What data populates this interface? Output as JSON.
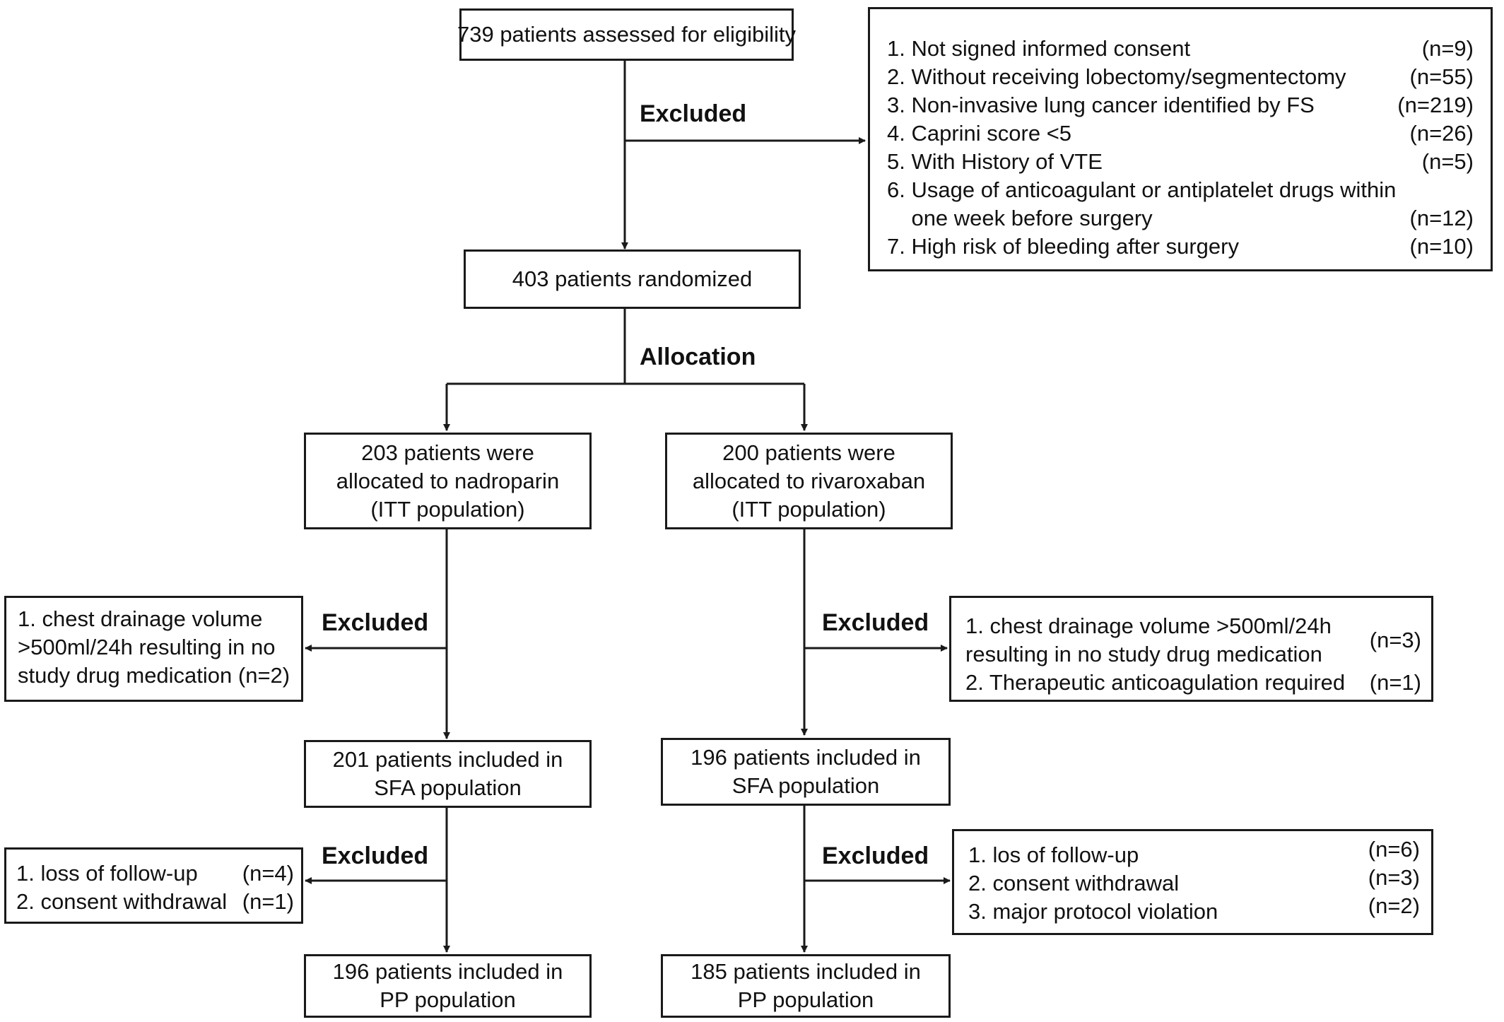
{
  "enrollment": {
    "text": "739 patients assessed for eligibility"
  },
  "labels": {
    "excluded": "Excluded",
    "allocation": "Allocation"
  },
  "main_exclusions": [
    {
      "text": "1. Not signed informed consent",
      "n": "(n=9)"
    },
    {
      "text": "2. Without receiving lobectomy/segmentectomy",
      "n": "(n=55)"
    },
    {
      "text": "3. Non-invasive lung cancer identified by FS",
      "n": "(n=219)"
    },
    {
      "text": "4. Caprini score <5",
      "n": "(n=26)"
    },
    {
      "text": "5. With History of VTE",
      "n": "(n=5)"
    },
    {
      "text": "6. Usage of anticoagulant or antiplatelet drugs within",
      "n": ""
    },
    {
      "text": "    one week before surgery",
      "n": "(n=12)"
    },
    {
      "text": "7. High risk of bleeding after surgery",
      "n": "(n=10)"
    }
  ],
  "randomized": {
    "text": "403 patients randomized"
  },
  "arms": {
    "nadroparin": {
      "alloc": [
        "203 patients were",
        "allocated to nadroparin",
        "(ITT population)"
      ],
      "excl1": [
        "1. chest drainage volume",
        ">500ml/24h resulting in no",
        "study drug medication (n=2)"
      ],
      "sfa": [
        "201 patients included in",
        "SFA population"
      ],
      "excl2": [
        {
          "text": "1. loss of follow-up",
          "n": "(n=4)"
        },
        {
          "text": "2. consent withdrawal",
          "n": "(n=1)"
        }
      ],
      "pp": [
        "196 patients included in",
        "PP population"
      ]
    },
    "rivaroxaban": {
      "alloc": [
        "200 patients were",
        "allocated to rivaroxaban",
        "(ITT population)"
      ],
      "excl1": {
        "line1": "1. chest drainage volume >500ml/24h",
        "line2": "resulting in no study drug medication",
        "n1": "(n=3)",
        "line3": "2. Therapeutic anticoagulation required",
        "n3": "(n=1)"
      },
      "sfa": [
        "196 patients included in",
        "SFA population"
      ],
      "excl2": [
        {
          "text": "1. los of follow-up",
          "n": "(n=6)"
        },
        {
          "text": "2. consent withdrawal",
          "n": "(n=3)"
        },
        {
          "text": "3. major protocol violation",
          "n": "(n=2)"
        }
      ],
      "pp": [
        "185 patients included in",
        "PP population"
      ]
    }
  }
}
